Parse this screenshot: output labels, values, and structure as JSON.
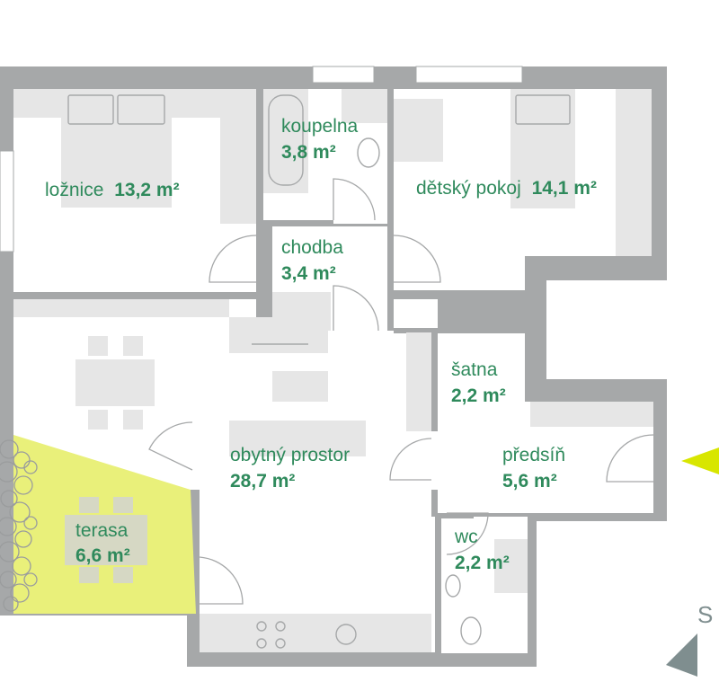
{
  "rooms": [
    {
      "id": "loznice",
      "name": "ložnice",
      "area": "13,2 m²"
    },
    {
      "id": "koupelna",
      "name": "koupelna",
      "area": "3,8 m²"
    },
    {
      "id": "detsky",
      "name": "dětský pokoj",
      "area": "14,1 m²"
    },
    {
      "id": "chodba",
      "name": "chodba",
      "area": "3,4 m²"
    },
    {
      "id": "satna",
      "name": "šatna",
      "area": "2,2 m²"
    },
    {
      "id": "obytny",
      "name": "obytný prostor",
      "area": "28,7 m²"
    },
    {
      "id": "predsin",
      "name": "předsíň",
      "area": "5,6 m²"
    },
    {
      "id": "terasa",
      "name": "terasa",
      "area": "6,6 m²"
    },
    {
      "id": "wc",
      "name": "wc",
      "area": "2,2 m²"
    }
  ],
  "compass": {
    "label": "S"
  },
  "colors": {
    "wall": "#a6a8a9",
    "furniture": "#e6e6e6",
    "floor": "#ffffff",
    "terrace": "#e9f07a",
    "text": "#2f8a5c",
    "entrance_marker": "#d8e600",
    "compass": "#7f8e8f"
  }
}
